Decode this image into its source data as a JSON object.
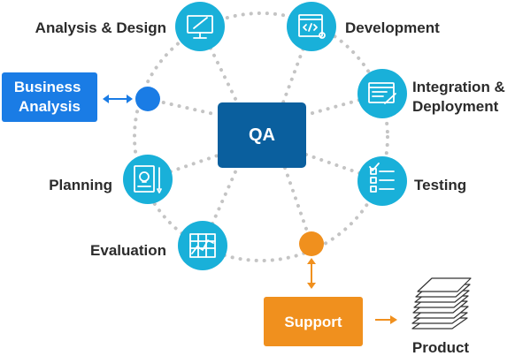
{
  "center": {
    "label": "QA"
  },
  "nodes": [
    {
      "id": "analysis-design",
      "label": "Analysis & Design",
      "icon": "monitor-pencil-icon"
    },
    {
      "id": "development",
      "label": "Development",
      "icon": "code-window-icon"
    },
    {
      "id": "integration-deployment",
      "label_lines": [
        "Integration &",
        "Deployment"
      ],
      "icon": "form-edit-icon"
    },
    {
      "id": "testing",
      "label": "Testing",
      "icon": "checklist-icon"
    },
    {
      "id": "evaluation",
      "label": "Evaluation",
      "icon": "line-chart-icon"
    },
    {
      "id": "planning",
      "label": "Planning",
      "icon": "blueprint-pencil-icon"
    }
  ],
  "business_analysis": {
    "label_lines": [
      "Business",
      "Analysis"
    ]
  },
  "support": {
    "label": "Support"
  },
  "product": {
    "label": "Product",
    "icon": "paper-stack-icon"
  },
  "colors": {
    "node": "#19b0d9",
    "center": "#0a5f9e",
    "business": "#1a7ce5",
    "support": "#f0901e",
    "dots": "#c4c4c4"
  }
}
